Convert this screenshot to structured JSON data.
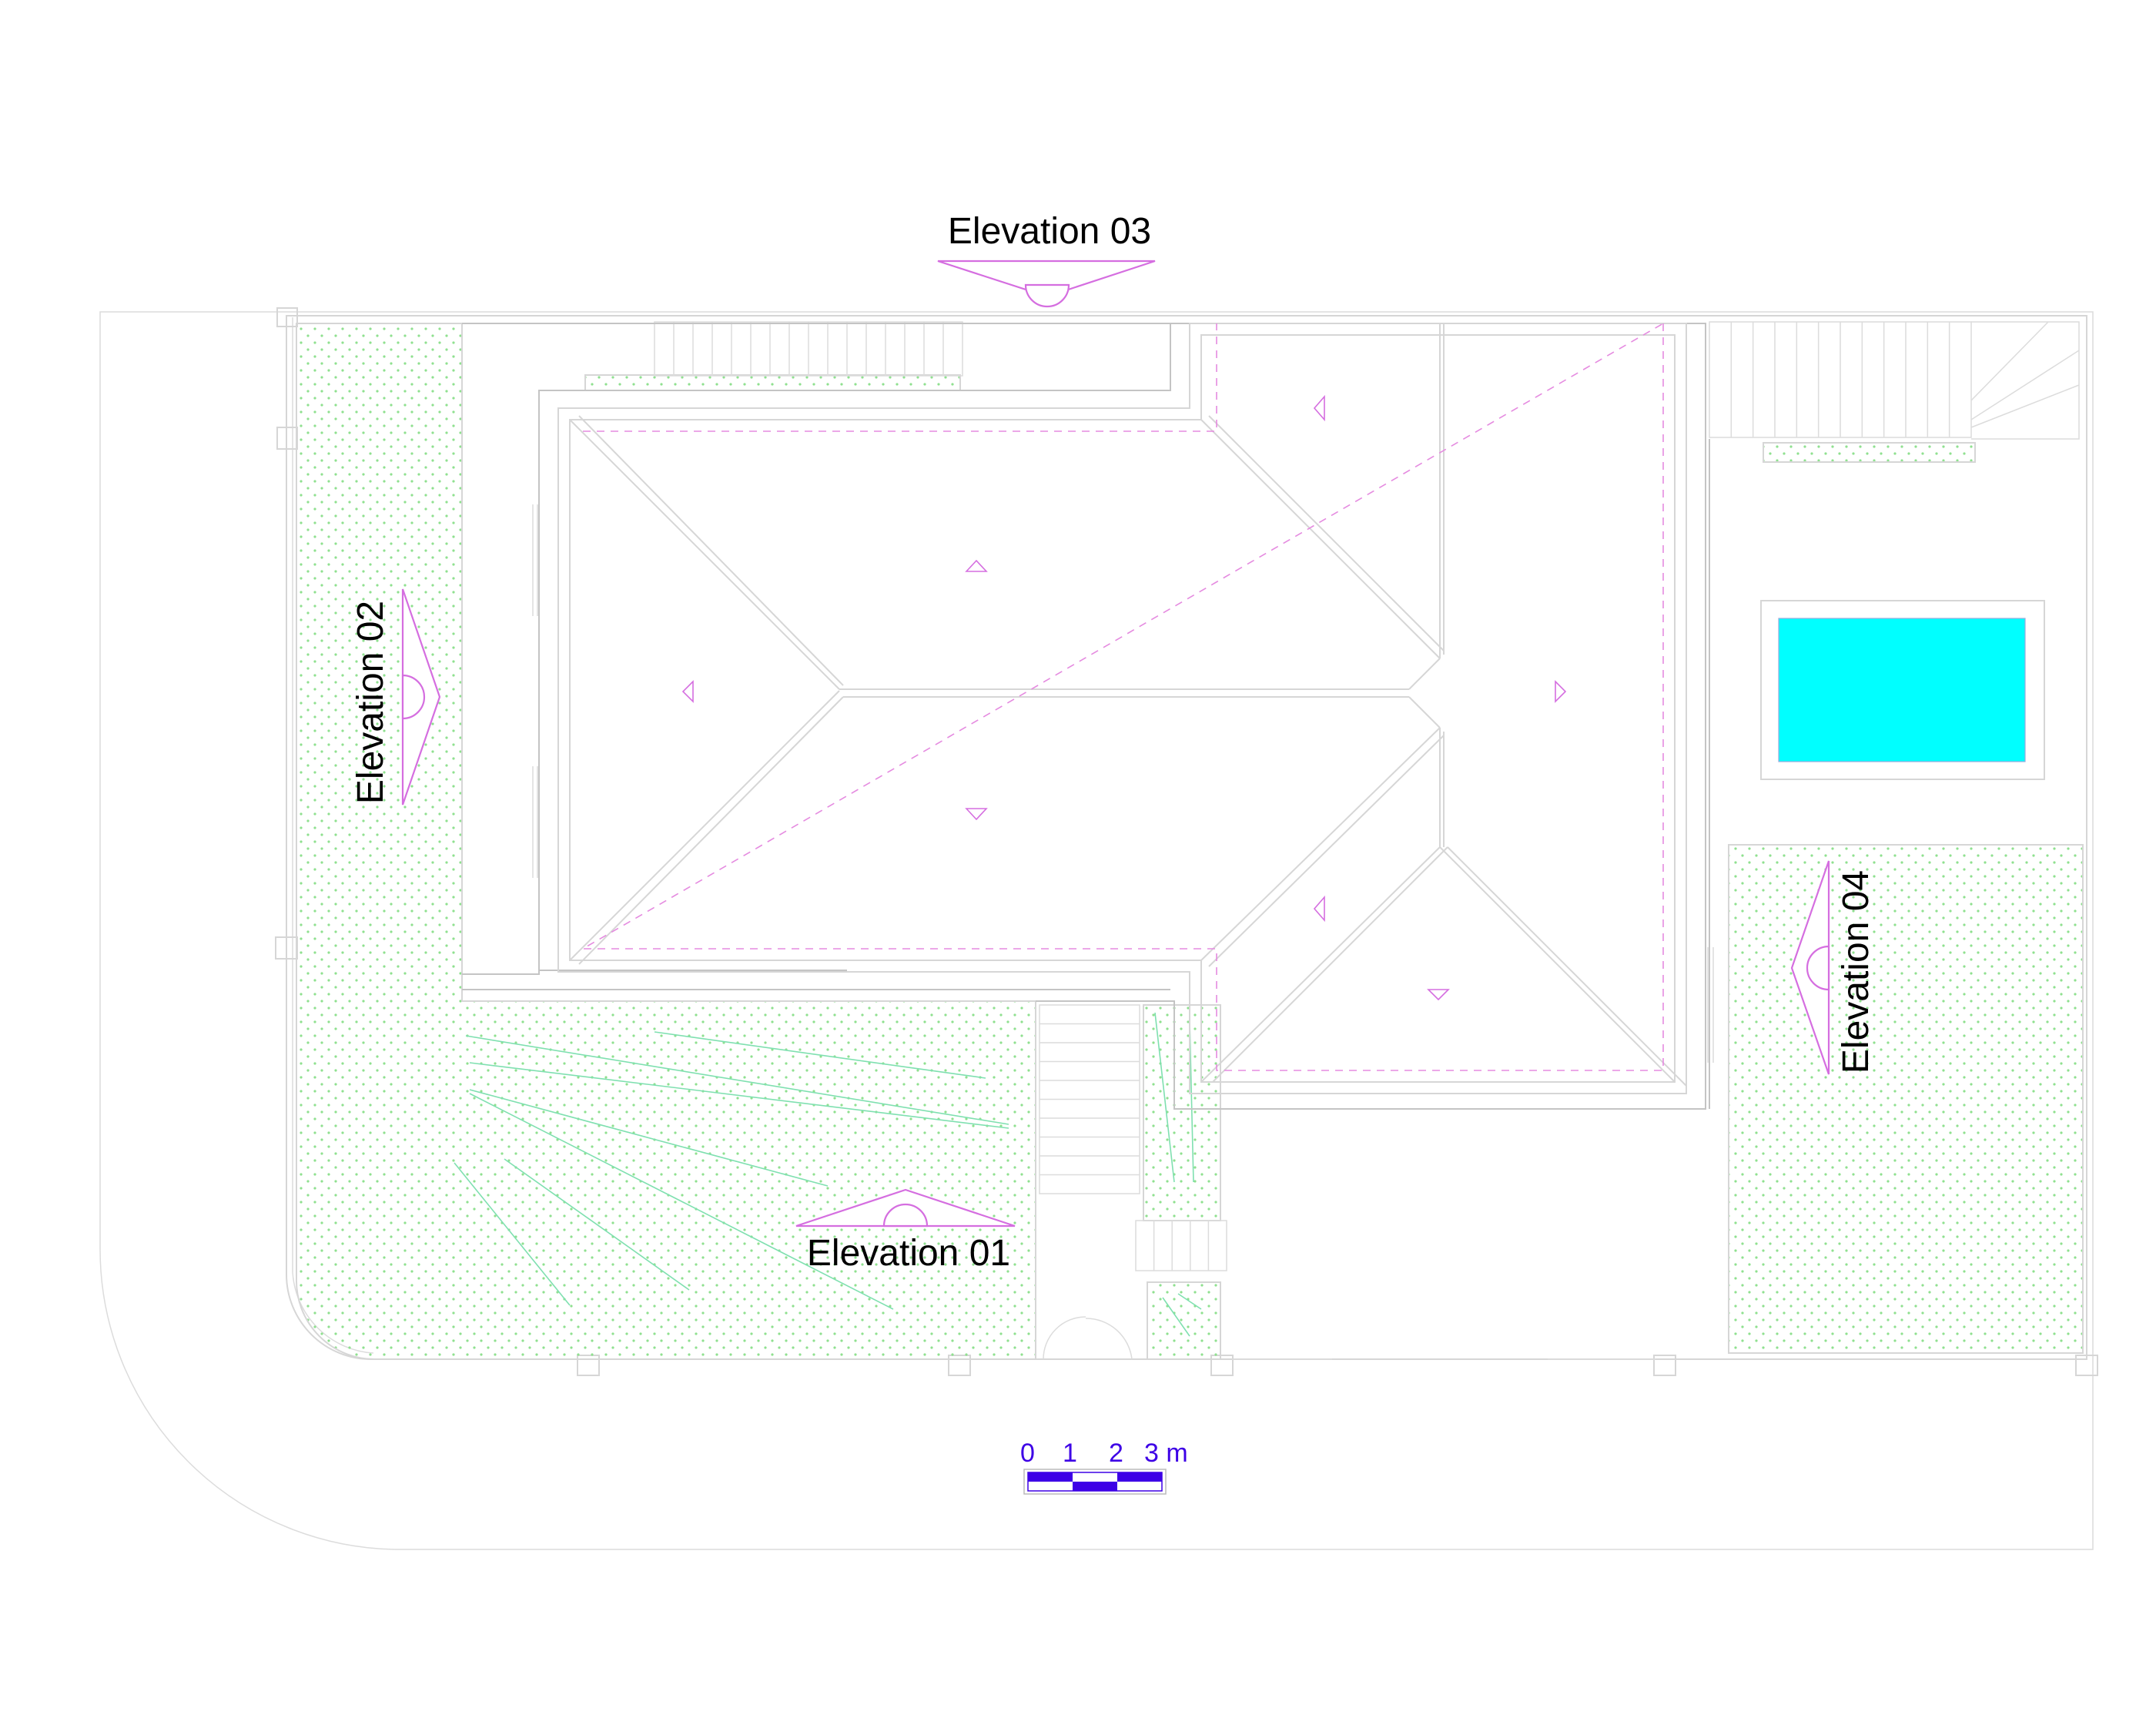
{
  "elevations": {
    "e01": "Elevation 01",
    "e02": "Elevation 02",
    "e03": "Elevation 03",
    "e04": "Elevation 04"
  },
  "scale_bar": {
    "labels": [
      "0",
      "1",
      "2",
      "3 m"
    ],
    "color": "#3d00e6"
  },
  "colors": {
    "pool": "#00ffff",
    "elevation_marker": "#d56ee0",
    "roof_overhang": "#e58be0",
    "grass_dots": "#8fe08f",
    "planting": "#7fe0b0",
    "linework": "#d6d6d6"
  }
}
